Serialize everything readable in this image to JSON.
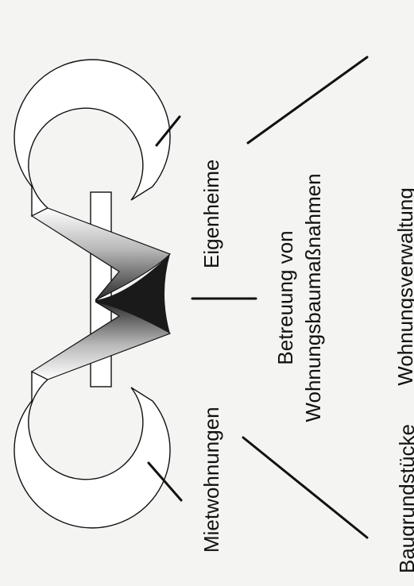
{
  "diagram": {
    "labels": {
      "eigenheime": "Eigenheime",
      "wohnungsverwaltung": "Wohnungsverwaltung",
      "betreuung_line1": "Betreuung von",
      "betreuung_line2": "Wohnungsbaumaßnahmen",
      "mietwohnungen": "Mietwohnungen",
      "baugrundstuecke": "Baugrundstücke"
    },
    "colors": {
      "ink": "#111111",
      "background": "#f4f4f2",
      "ribbon_light": "#ffffff",
      "ribbon_dark": "#1a1a1a"
    }
  }
}
